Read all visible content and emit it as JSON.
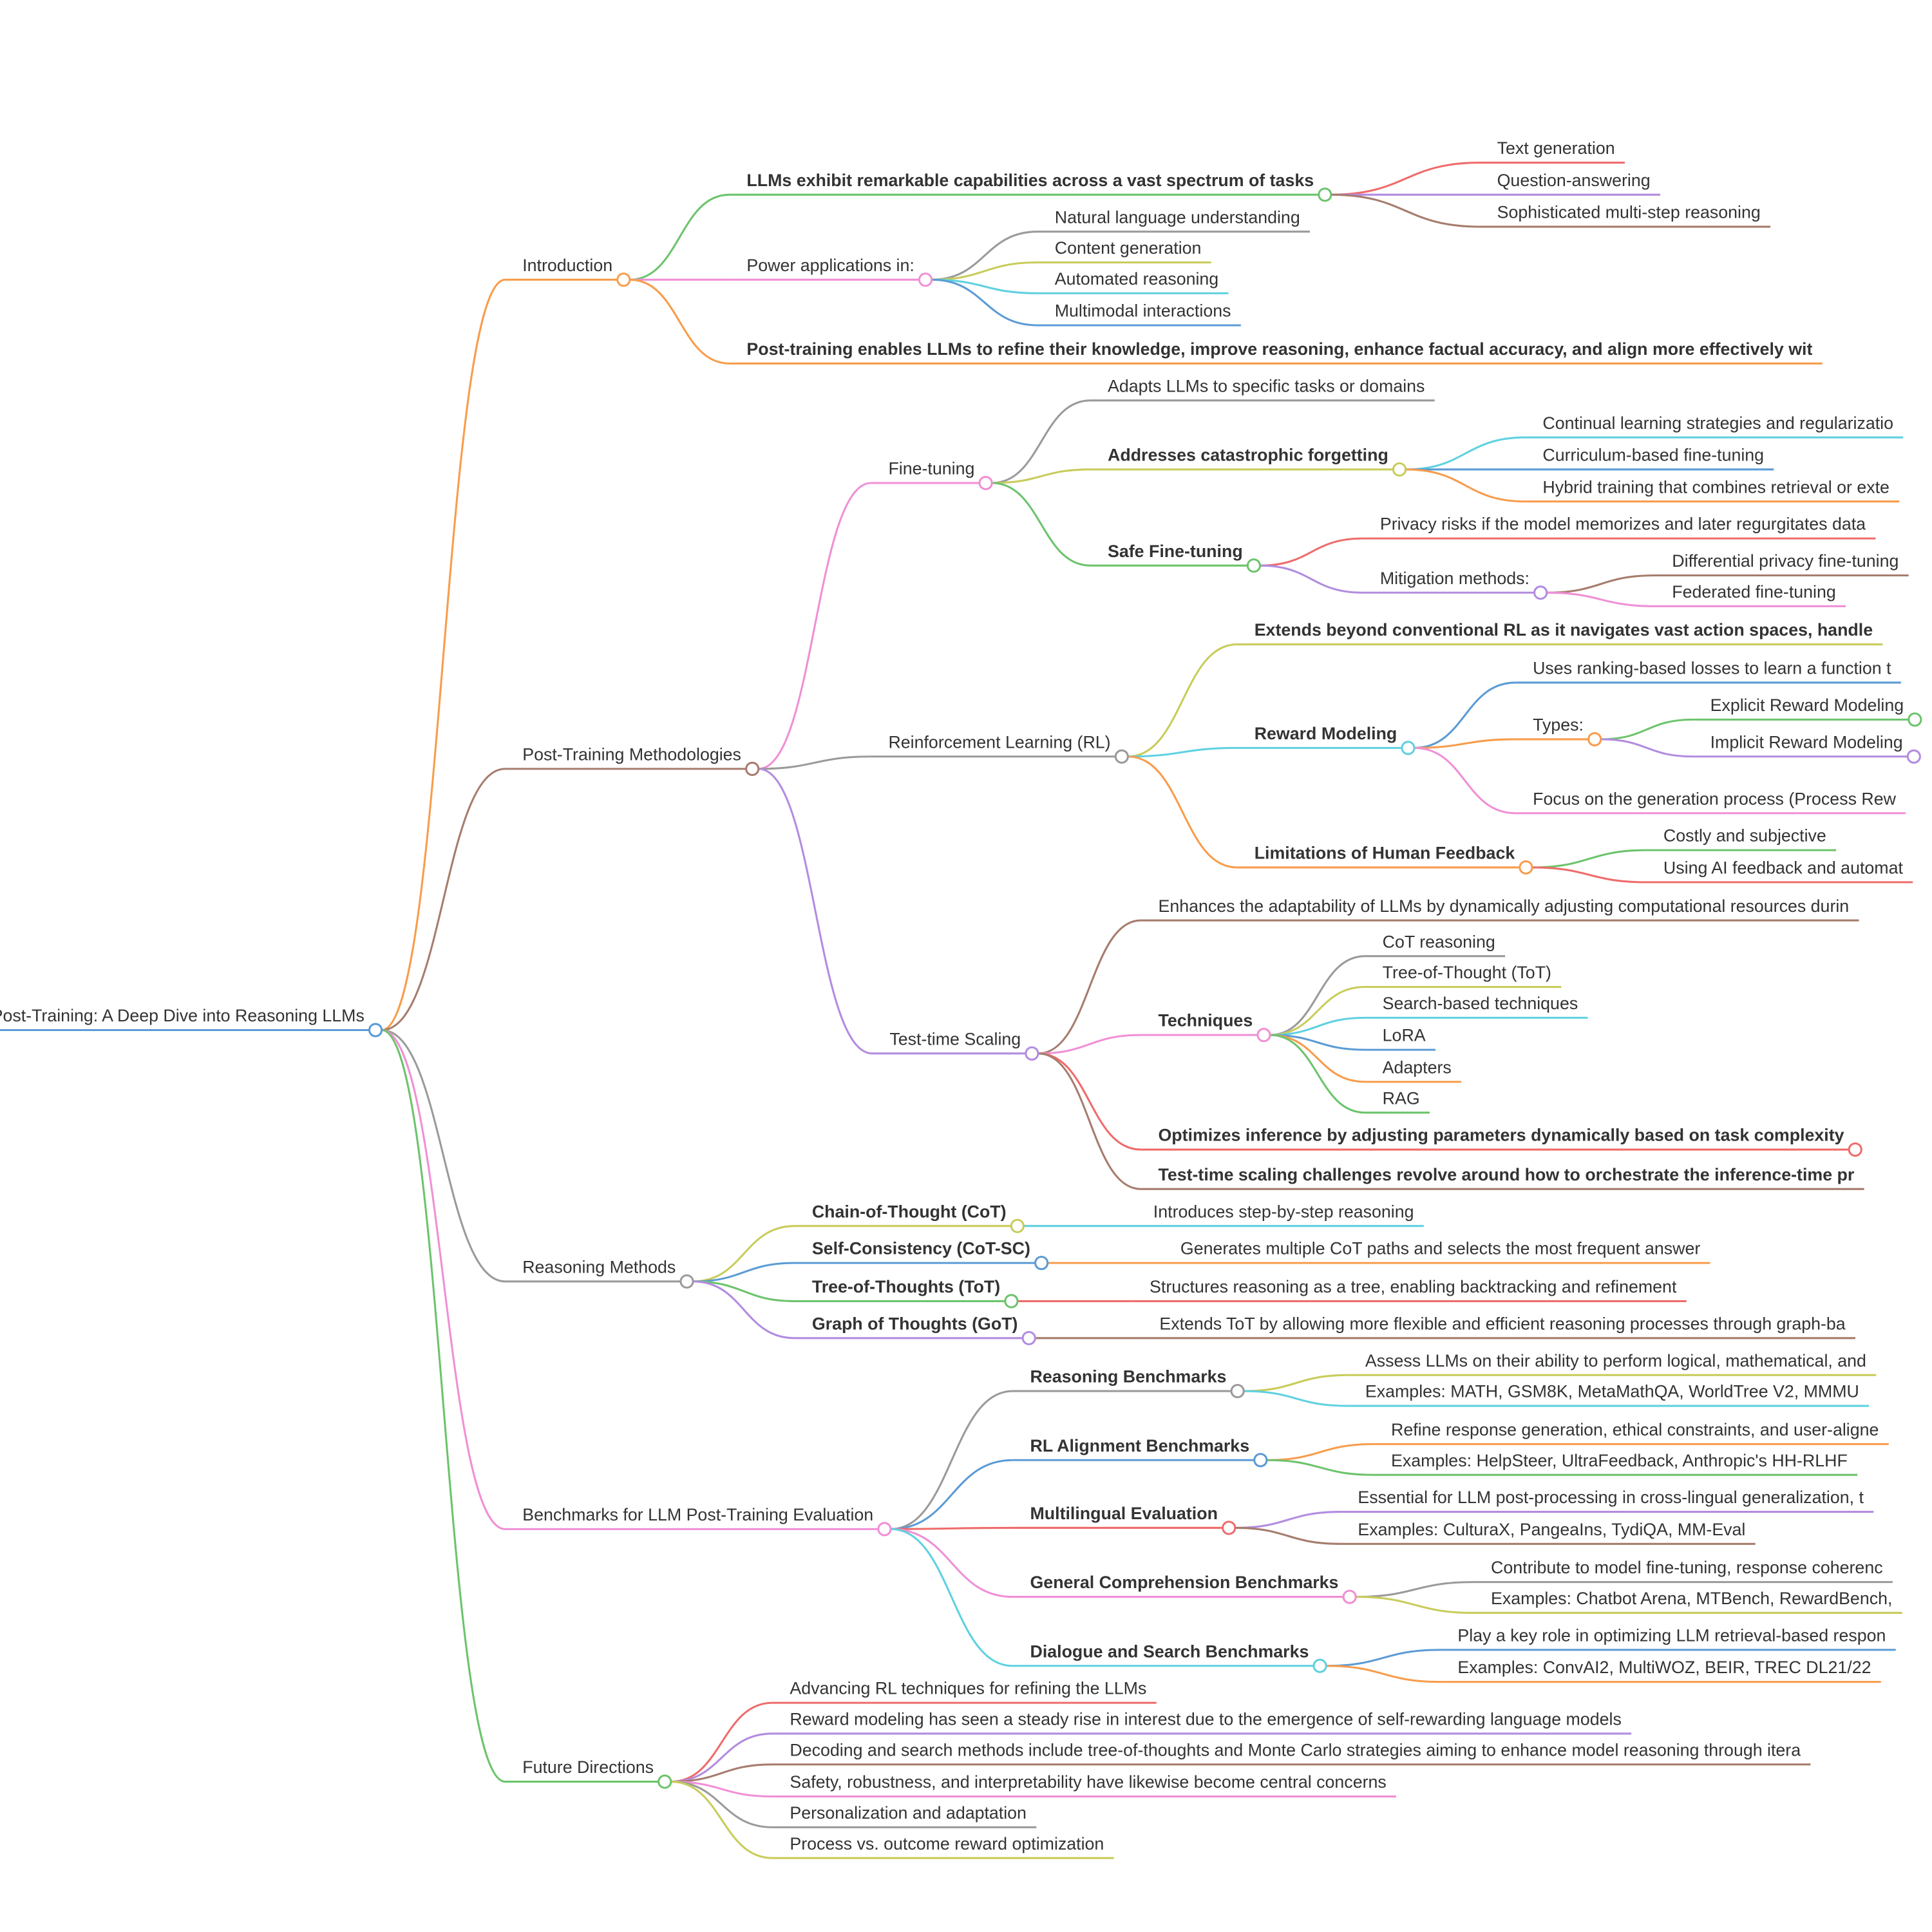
{
  "mindmap": {
    "t": "Post-Training: A Deep Dive into Reasoning LLMs",
    "c": "#5b9bd5",
    "k": [
      {
        "t": "Introduction",
        "c": "#f89c4b",
        "k": [
          {
            "t": "LLMs exhibit remarkable capabilities across a vast spectrum of tasks",
            "b": true,
            "c": "#6cc36c",
            "k": [
              {
                "t": "Text generation",
                "c": "#ef6b6b"
              },
              {
                "t": "Question-answering",
                "c": "#b28ce0"
              },
              {
                "t": "Sophisticated multi-step reasoning",
                "c": "#a67c6d"
              }
            ]
          },
          {
            "t": "Power applications in:",
            "c": "#f08fd6",
            "k": [
              {
                "t": "Natural language understanding",
                "c": "#9a9a9a"
              },
              {
                "t": "Content generation",
                "c": "#c8cc5a"
              },
              {
                "t": "Automated reasoning",
                "c": "#5fd1e0"
              },
              {
                "t": "Multimodal interactions",
                "c": "#5b9bd5"
              }
            ]
          },
          {
            "t": "Post-training enables LLMs to refine their knowledge, improve reasoning, enhance factual accuracy, and align more effectively wit",
            "b": true,
            "c": "#f89c4b"
          }
        ]
      },
      {
        "t": "Post-Training Methodologies",
        "c": "#a67c6d",
        "k": [
          {
            "t": "Fine-tuning",
            "c": "#f08fd6",
            "k": [
              {
                "t": "Adapts LLMs to specific tasks or domains",
                "c": "#9a9a9a"
              },
              {
                "t": "Addresses catastrophic forgetting",
                "b": true,
                "c": "#c8cc5a",
                "k": [
                  {
                    "t": "Continual learning strategies and regularizatio",
                    "c": "#5fd1e0"
                  },
                  {
                    "t": "Curriculum-based fine-tuning",
                    "c": "#5b9bd5"
                  },
                  {
                    "t": "Hybrid training that combines retrieval or exte",
                    "c": "#f89c4b"
                  }
                ]
              },
              {
                "t": "Safe Fine-tuning",
                "b": true,
                "c": "#6cc36c",
                "k": [
                  {
                    "t": "Privacy risks if the model memorizes and later regurgitates data",
                    "c": "#ef6b6b"
                  },
                  {
                    "t": "Mitigation methods:",
                    "c": "#b28ce0",
                    "k": [
                      {
                        "t": "Differential privacy fine-tuning",
                        "c": "#a67c6d"
                      },
                      {
                        "t": "Federated fine-tuning",
                        "c": "#f08fd6"
                      }
                    ]
                  }
                ]
              }
            ]
          },
          {
            "t": "Reinforcement Learning (RL)",
            "c": "#9a9a9a",
            "k": [
              {
                "t": "Extends beyond conventional RL as it navigates vast action spaces, handle",
                "b": true,
                "c": "#c8cc5a"
              },
              {
                "t": "Reward Modeling",
                "b": true,
                "c": "#5fd1e0",
                "k": [
                  {
                    "t": "Uses ranking-based losses to learn a function t",
                    "c": "#5b9bd5"
                  },
                  {
                    "t": "Types:",
                    "c": "#f89c4b",
                    "k": [
                      {
                        "t": "Explicit Reward Modeling",
                        "c": "#6cc36c",
                        "more": true
                      },
                      {
                        "t": "Implicit Reward Modeling",
                        "c": "#b28ce0",
                        "more": true
                      }
                    ]
                  },
                  {
                    "t": "Focus on the generation process (Process Rew",
                    "c": "#f08fd6"
                  }
                ]
              },
              {
                "t": "Limitations of Human Feedback",
                "b": true,
                "c": "#f89c4b",
                "k": [
                  {
                    "t": "Costly and subjective",
                    "c": "#6cc36c"
                  },
                  {
                    "t": "Using AI feedback and automat",
                    "c": "#ef6b6b"
                  }
                ]
              }
            ]
          },
          {
            "t": "Test-time Scaling",
            "c": "#b28ce0",
            "k": [
              {
                "t": "Enhances the adaptability of LLMs by dynamically adjusting computational resources durin",
                "c": "#a67c6d"
              },
              {
                "t": "Techniques",
                "b": true,
                "c": "#f08fd6",
                "k": [
                  {
                    "t": "CoT reasoning",
                    "c": "#9a9a9a"
                  },
                  {
                    "t": "Tree-of-Thought (ToT)",
                    "c": "#c8cc5a"
                  },
                  {
                    "t": "Search-based techniques",
                    "c": "#5fd1e0"
                  },
                  {
                    "t": "LoRA",
                    "c": "#5b9bd5"
                  },
                  {
                    "t": "Adapters",
                    "c": "#f89c4b"
                  },
                  {
                    "t": "RAG",
                    "c": "#6cc36c"
                  }
                ]
              },
              {
                "t": "Optimizes inference by adjusting parameters dynamically based on task complexity",
                "b": true,
                "c": "#ef6b6b",
                "more": true
              },
              {
                "t": "Test-time scaling challenges revolve around how to orchestrate the inference-time pr",
                "b": true,
                "c": "#a67c6d"
              }
            ]
          }
        ]
      },
      {
        "t": "Reasoning Methods",
        "c": "#9a9a9a",
        "k": [
          {
            "t": "Chain-of-Thought (CoT)",
            "b": true,
            "c": "#c8cc5a",
            "k": [
              {
                "t": "Introduces step-by-step reasoning",
                "c": "#5fd1e0"
              }
            ]
          },
          {
            "t": "Self-Consistency (CoT-SC)",
            "b": true,
            "c": "#5b9bd5",
            "k": [
              {
                "t": "Generates multiple CoT paths and selects the most frequent answer",
                "c": "#f89c4b"
              }
            ]
          },
          {
            "t": "Tree-of-Thoughts (ToT)",
            "b": true,
            "c": "#6cc36c",
            "k": [
              {
                "t": "Structures reasoning as a tree, enabling backtracking and refinement",
                "c": "#ef6b6b"
              }
            ]
          },
          {
            "t": "Graph of Thoughts (GoT)",
            "b": true,
            "c": "#b28ce0",
            "k": [
              {
                "t": "Extends ToT by allowing more flexible and efficient reasoning processes through graph-ba",
                "c": "#a67c6d"
              }
            ]
          }
        ]
      },
      {
        "t": "Benchmarks for LLM Post-Training Evaluation",
        "c": "#f08fd6",
        "k": [
          {
            "t": "Reasoning Benchmarks",
            "b": true,
            "c": "#9a9a9a",
            "k": [
              {
                "t": "Assess LLMs on their ability to perform logical, mathematical, and",
                "c": "#c8cc5a"
              },
              {
                "t": "Examples: MATH, GSM8K, MetaMathQA, WorldTree V2, MMMU",
                "c": "#5fd1e0"
              }
            ]
          },
          {
            "t": "RL Alignment Benchmarks",
            "b": true,
            "c": "#5b9bd5",
            "k": [
              {
                "t": "Refine response generation, ethical constraints, and user-aligne",
                "c": "#f89c4b"
              },
              {
                "t": "Examples: HelpSteer, UltraFeedback, Anthropic's HH-RLHF",
                "c": "#6cc36c"
              }
            ]
          },
          {
            "t": "Multilingual Evaluation",
            "b": true,
            "c": "#ef6b6b",
            "k": [
              {
                "t": "Essential for LLM post-processing in cross-lingual generalization, t",
                "c": "#b28ce0"
              },
              {
                "t": "Examples: CulturaX, PangeaIns, TydiQA, MM-Eval",
                "c": "#a67c6d"
              }
            ]
          },
          {
            "t": "General Comprehension Benchmarks",
            "b": true,
            "c": "#f08fd6",
            "k": [
              {
                "t": "Contribute to model fine-tuning, response coherenc",
                "c": "#9a9a9a"
              },
              {
                "t": "Examples: Chatbot Arena, MTBench, RewardBench,",
                "c": "#c8cc5a"
              }
            ]
          },
          {
            "t": "Dialogue and Search Benchmarks",
            "b": true,
            "c": "#5fd1e0",
            "k": [
              {
                "t": "Play a key role in optimizing LLM retrieval-based respon",
                "c": "#5b9bd5"
              },
              {
                "t": "Examples: ConvAI2, MultiWOZ, BEIR, TREC DL21/22",
                "c": "#f89c4b"
              }
            ]
          }
        ]
      },
      {
        "t": "Future Directions",
        "c": "#6cc36c",
        "k": [
          {
            "t": "Advancing RL techniques for refining the LLMs",
            "c": "#ef6b6b"
          },
          {
            "t": "Reward modeling has seen a steady rise in interest due to the emergence of self-rewarding language models",
            "c": "#b28ce0"
          },
          {
            "t": "Decoding and search methods include tree-of-thoughts and Monte Carlo strategies aiming to enhance model reasoning through itera",
            "c": "#a67c6d"
          },
          {
            "t": "Safety, robustness, and interpretability have likewise become central concerns",
            "c": "#f08fd6"
          },
          {
            "t": "Personalization and adaptation",
            "c": "#9a9a9a"
          },
          {
            "t": "Process vs. outcome reward optimization",
            "c": "#c8cc5a"
          }
        ]
      }
    ]
  }
}
